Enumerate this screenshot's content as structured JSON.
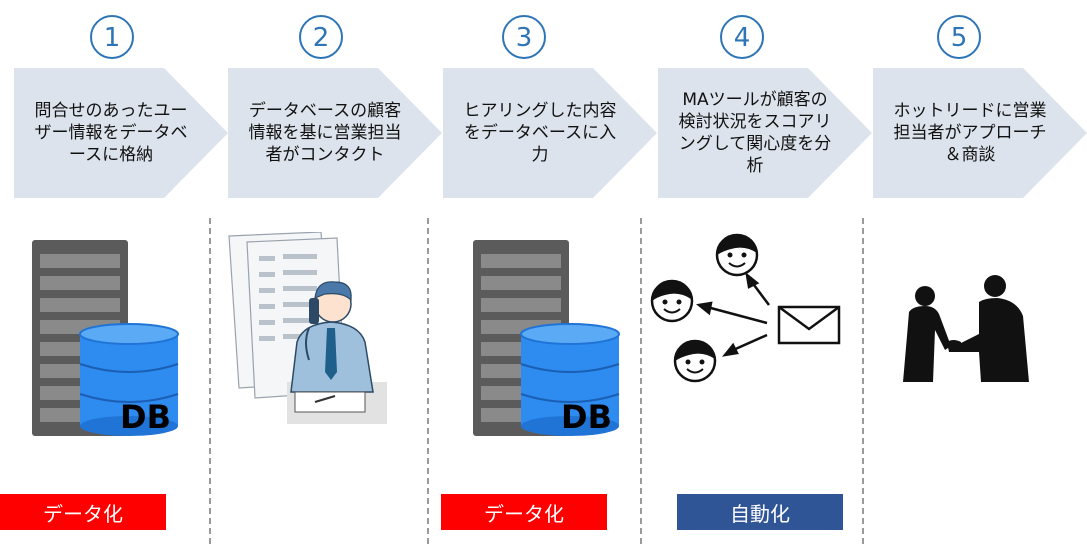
{
  "colors": {
    "step_number": "#2e75b6",
    "chevron_fill": "#dde3ec",
    "badge_red": "#ff0000",
    "badge_blue": "#2f5597",
    "db_blue": "#2e8bf0"
  },
  "steps": [
    {
      "number": "1",
      "text": "問合せのあったユーザー情報をデータベースに格納"
    },
    {
      "number": "2",
      "text": "データベースの顧客情報を基に営業担当者がコンタクト"
    },
    {
      "number": "3",
      "text": "ヒアリングした内容をデータベースに入力"
    },
    {
      "number": "4",
      "text": "MAツールが顧客の検討状況をスコアリングして関心度を分析"
    },
    {
      "number": "5",
      "text": "ホットリードに営業担当者がアプローチ＆商談"
    }
  ],
  "db_label": "DB",
  "badges": {
    "data_1": "データ化",
    "data_3": "データ化",
    "auto_4": "自動化"
  },
  "icons": {
    "server_db_1": "server-database-icon",
    "phone_staff": "salesperson-phone-icon",
    "server_db_3": "server-database-icon",
    "faces_mail": "face-and-envelope-icon",
    "handshake": "handshake-icon"
  }
}
